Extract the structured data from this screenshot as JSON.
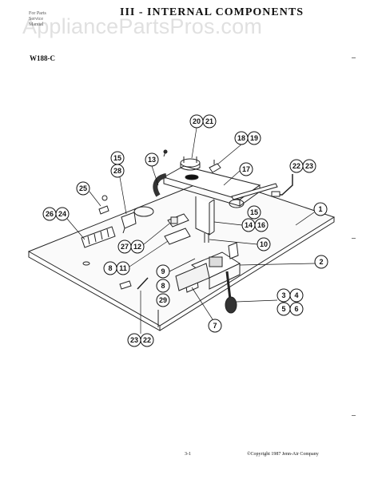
{
  "header": {
    "left_lines": [
      "For Parts",
      "Service",
      "Manual"
    ],
    "title": "III - INTERNAL COMPONENTS",
    "model": "W188-C"
  },
  "watermark": "AppliancePartsPros.com",
  "footer": {
    "page": "3-1",
    "copyright": "©Copyright 1987 Jenn-Air Company"
  },
  "callouts": [
    "20",
    "21",
    "18",
    "19",
    "13",
    "17",
    "15",
    "28",
    "22",
    "23",
    "25",
    "1",
    "26",
    "24",
    "15",
    "16",
    "14",
    "10",
    "27",
    "12",
    "8",
    "11",
    "2",
    "9",
    "8",
    "29",
    "3",
    "4",
    "5",
    "6",
    "7",
    "23",
    "22"
  ]
}
